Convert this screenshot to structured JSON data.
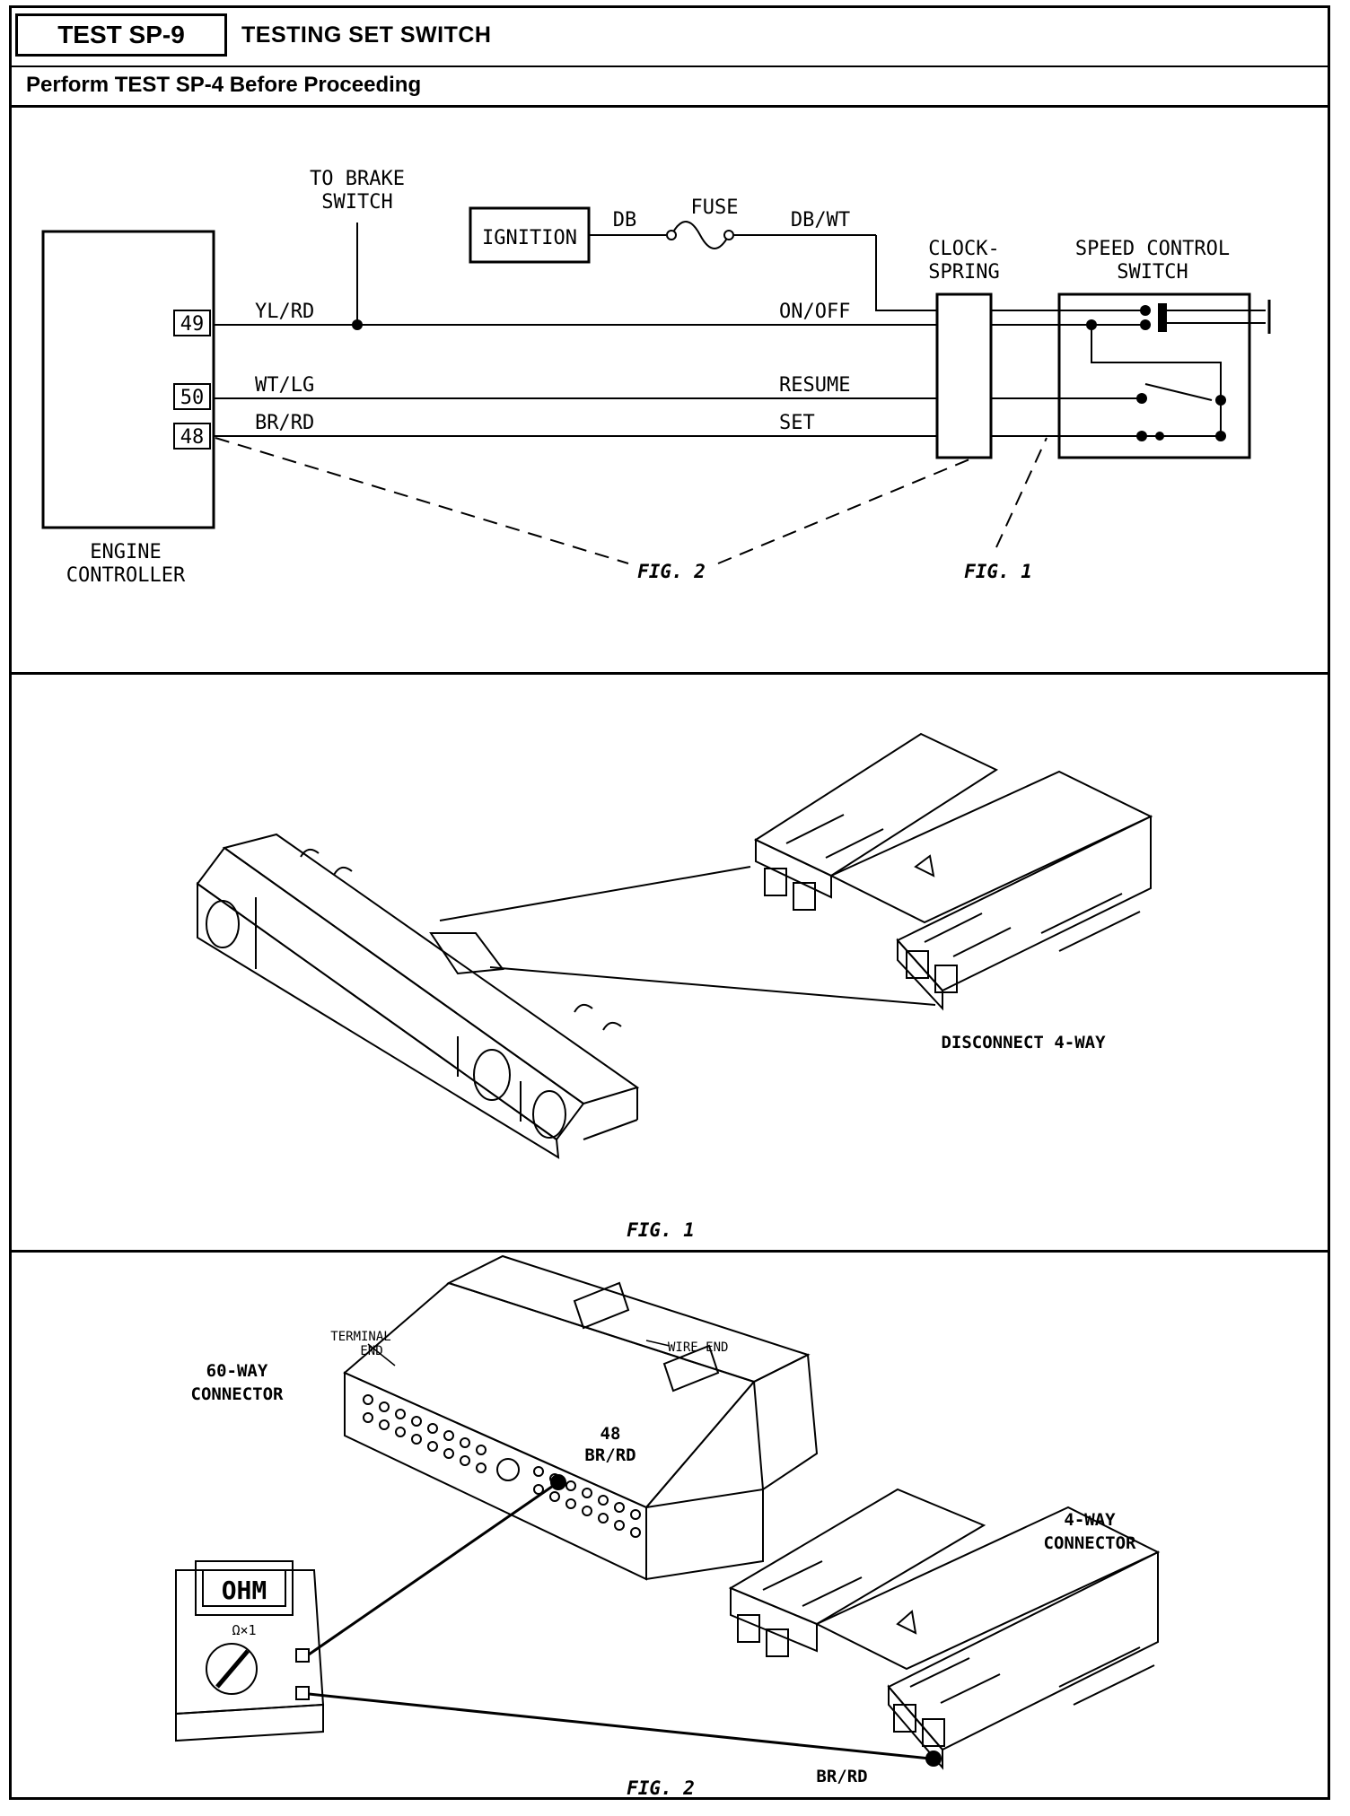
{
  "header": {
    "test_id": "TEST SP-9",
    "title": "TESTING SET SWITCH",
    "prerequisite": "Perform TEST SP-4 Before Proceeding"
  },
  "schematic": {
    "brake_label_1": "TO BRAKE",
    "brake_label_2": "SWITCH",
    "ignition": "IGNITION",
    "fuse": "FUSE",
    "wire_db": "DB",
    "wire_dbwt": "DB/WT",
    "clockspring_1": "CLOCK-",
    "clockspring_2": "SPRING",
    "switch_1": "SPEED CONTROL",
    "switch_2": "SWITCH",
    "pin49": "49",
    "pin50": "50",
    "pin48": "48",
    "wire_ylrd": "YL/RD",
    "wire_wtlg": "WT/LG",
    "wire_brrd": "BR/RD",
    "circuit_onoff": "ON/OFF",
    "circuit_resume": "RESUME",
    "circuit_set": "SET",
    "controller_1": "ENGINE",
    "controller_2": "CONTROLLER",
    "ref_fig2": "FIG. 2",
    "ref_fig1": "FIG. 1"
  },
  "fig1": {
    "instruction": "DISCONNECT 4-WAY",
    "caption": "FIG. 1"
  },
  "fig2": {
    "terminal_end_1": "TERMINAL",
    "terminal_end_2": "END",
    "wire_end": "WIRE END",
    "connector60_1": "60-WAY",
    "connector60_2": "CONNECTOR",
    "pin_num": "48",
    "pin_wire": "BR/RD",
    "connector4_1": "4-WAY",
    "connector4_2": "CONNECTOR",
    "meter_display": "OHM",
    "meter_range": "Ω×1",
    "probe_wire": "BR/RD",
    "caption": "FIG. 2"
  }
}
